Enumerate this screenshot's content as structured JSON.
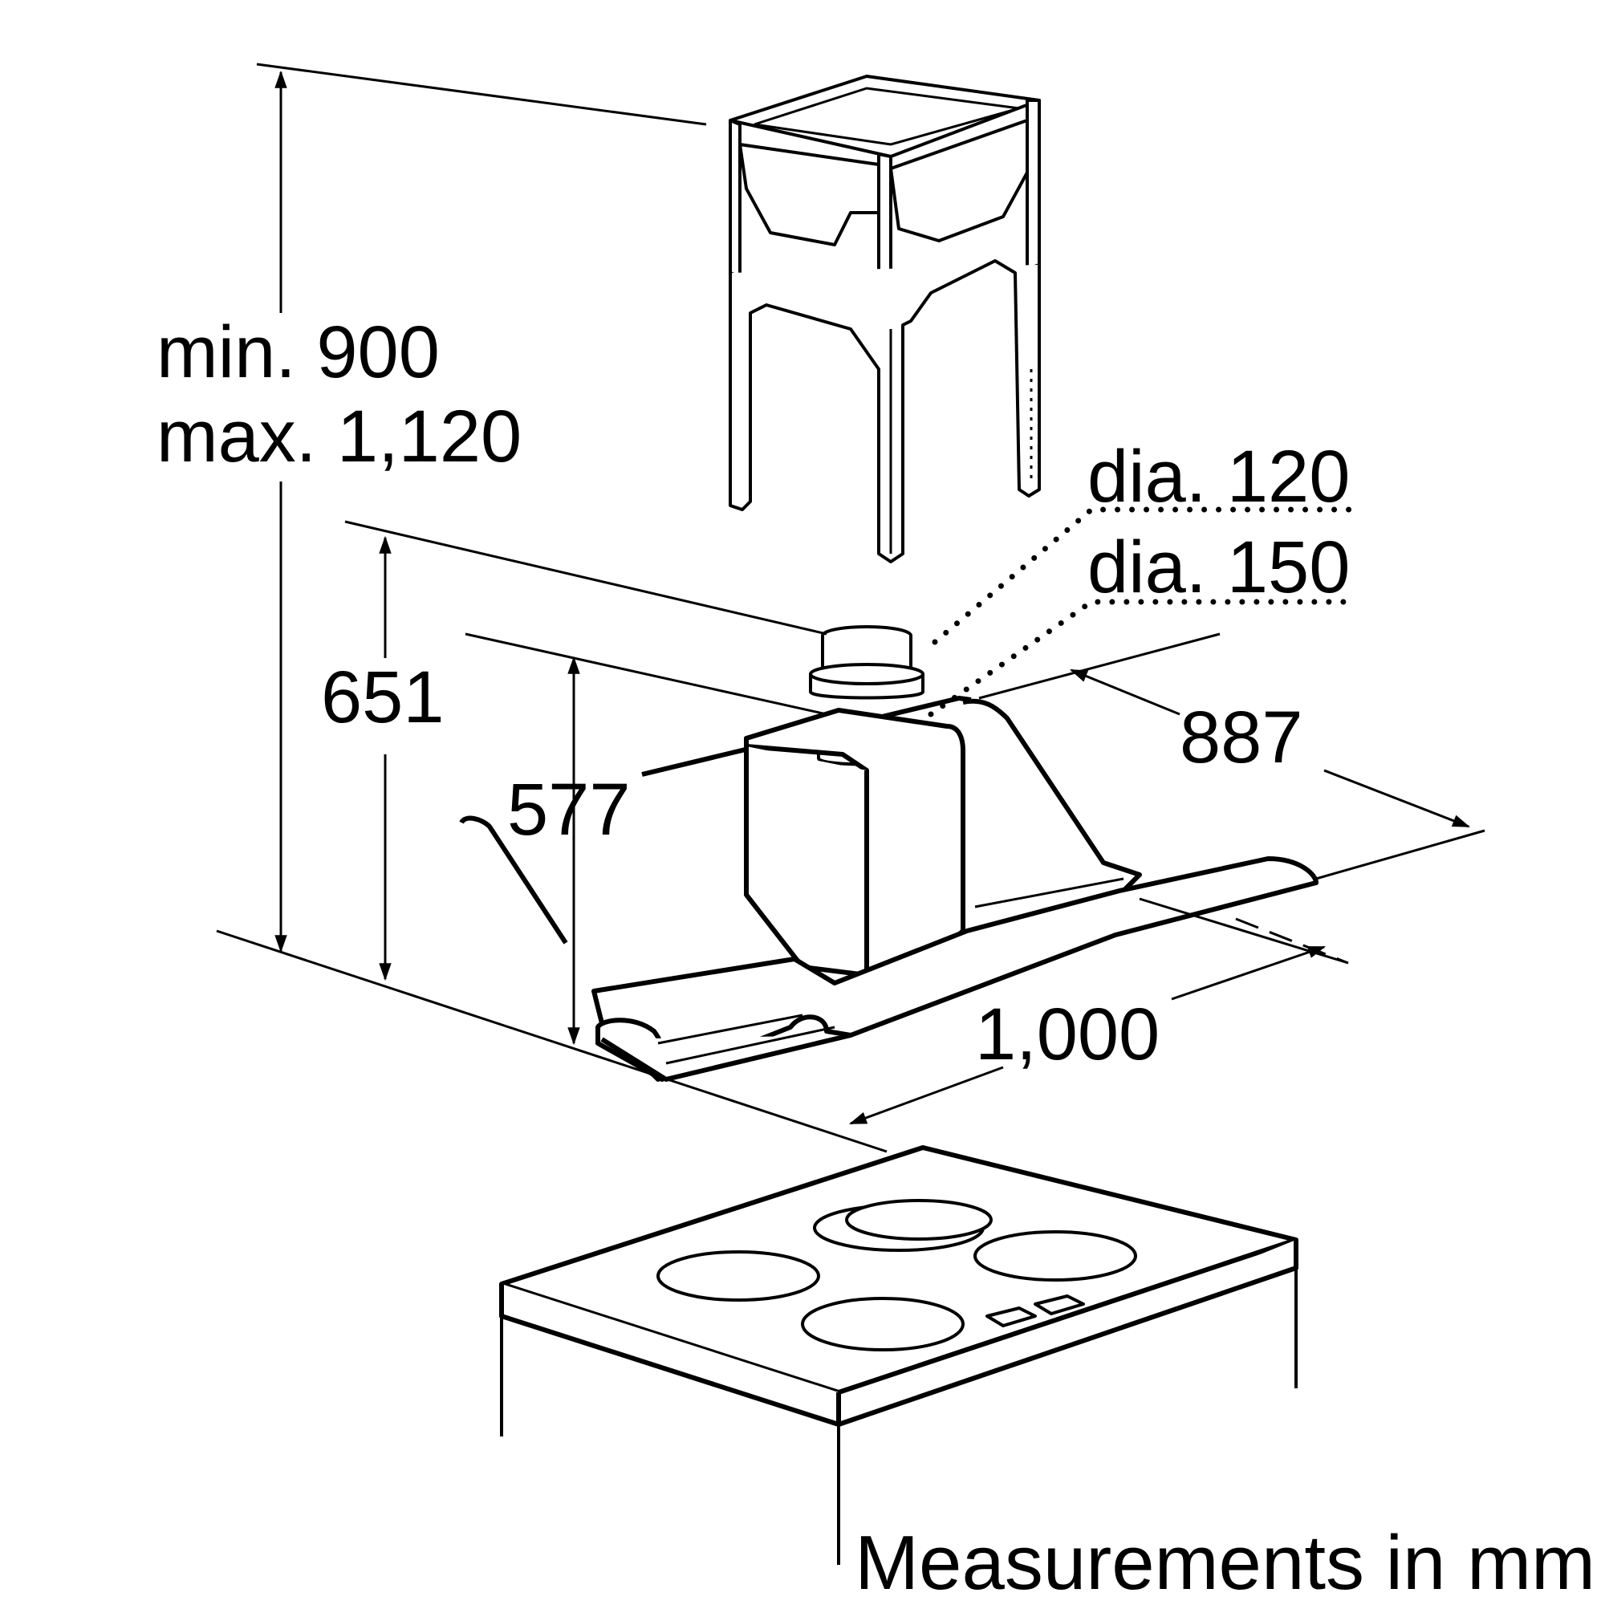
{
  "dimensions": {
    "height_min": "min. 900",
    "height_max": "max. 1,120",
    "height_651": "651",
    "height_577": "577",
    "depth_887": "887",
    "width_1000": "1,000",
    "duct_dia_120": "dia. 120",
    "duct_dia_150": "dia. 150"
  },
  "footer": {
    "units_note": "Measurements in mm"
  }
}
